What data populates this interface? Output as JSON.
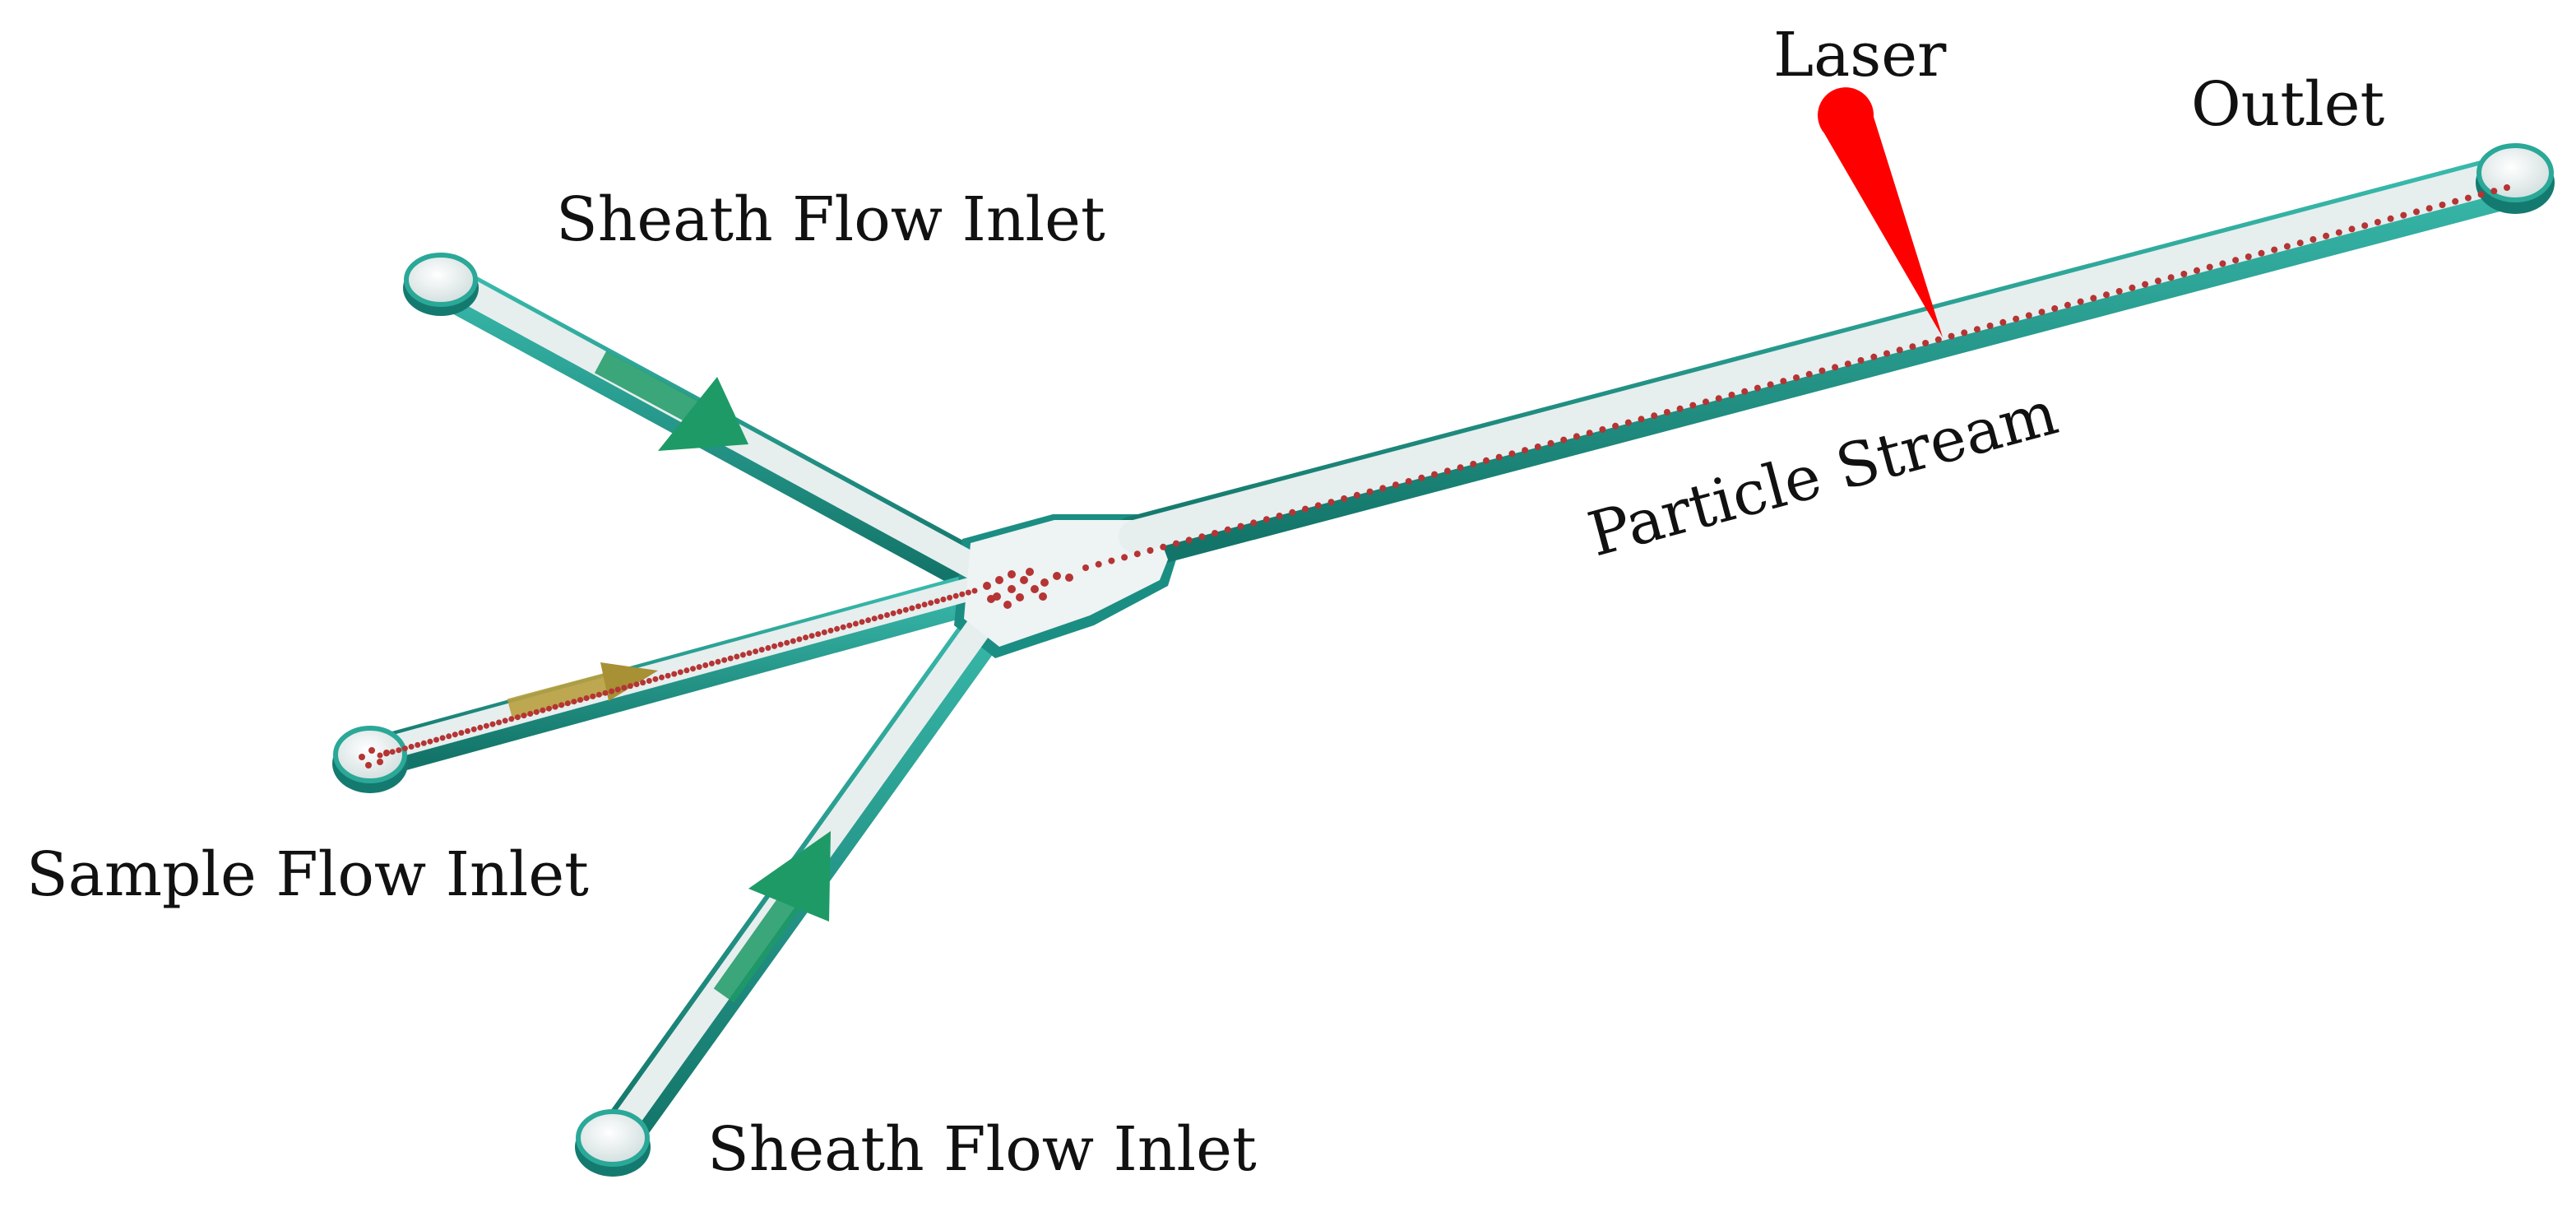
{
  "labels": {
    "laser": "Laser",
    "outlet": "Outlet",
    "sheath_top": "Sheath Flow Inlet",
    "sample": "Sample Flow Inlet",
    "sheath_bottom": "Sheath Flow Inlet",
    "stream": "Particle Stream"
  },
  "colors": {
    "channel_wall": "#1f9e92",
    "channel_wall_dark": "#147a70",
    "channel_interior": "#e4ecec",
    "sheath_arrow": "#1e9a66",
    "sample_arrow": "#b9a040",
    "particle": "#b53434",
    "laser": "#ff0000"
  }
}
